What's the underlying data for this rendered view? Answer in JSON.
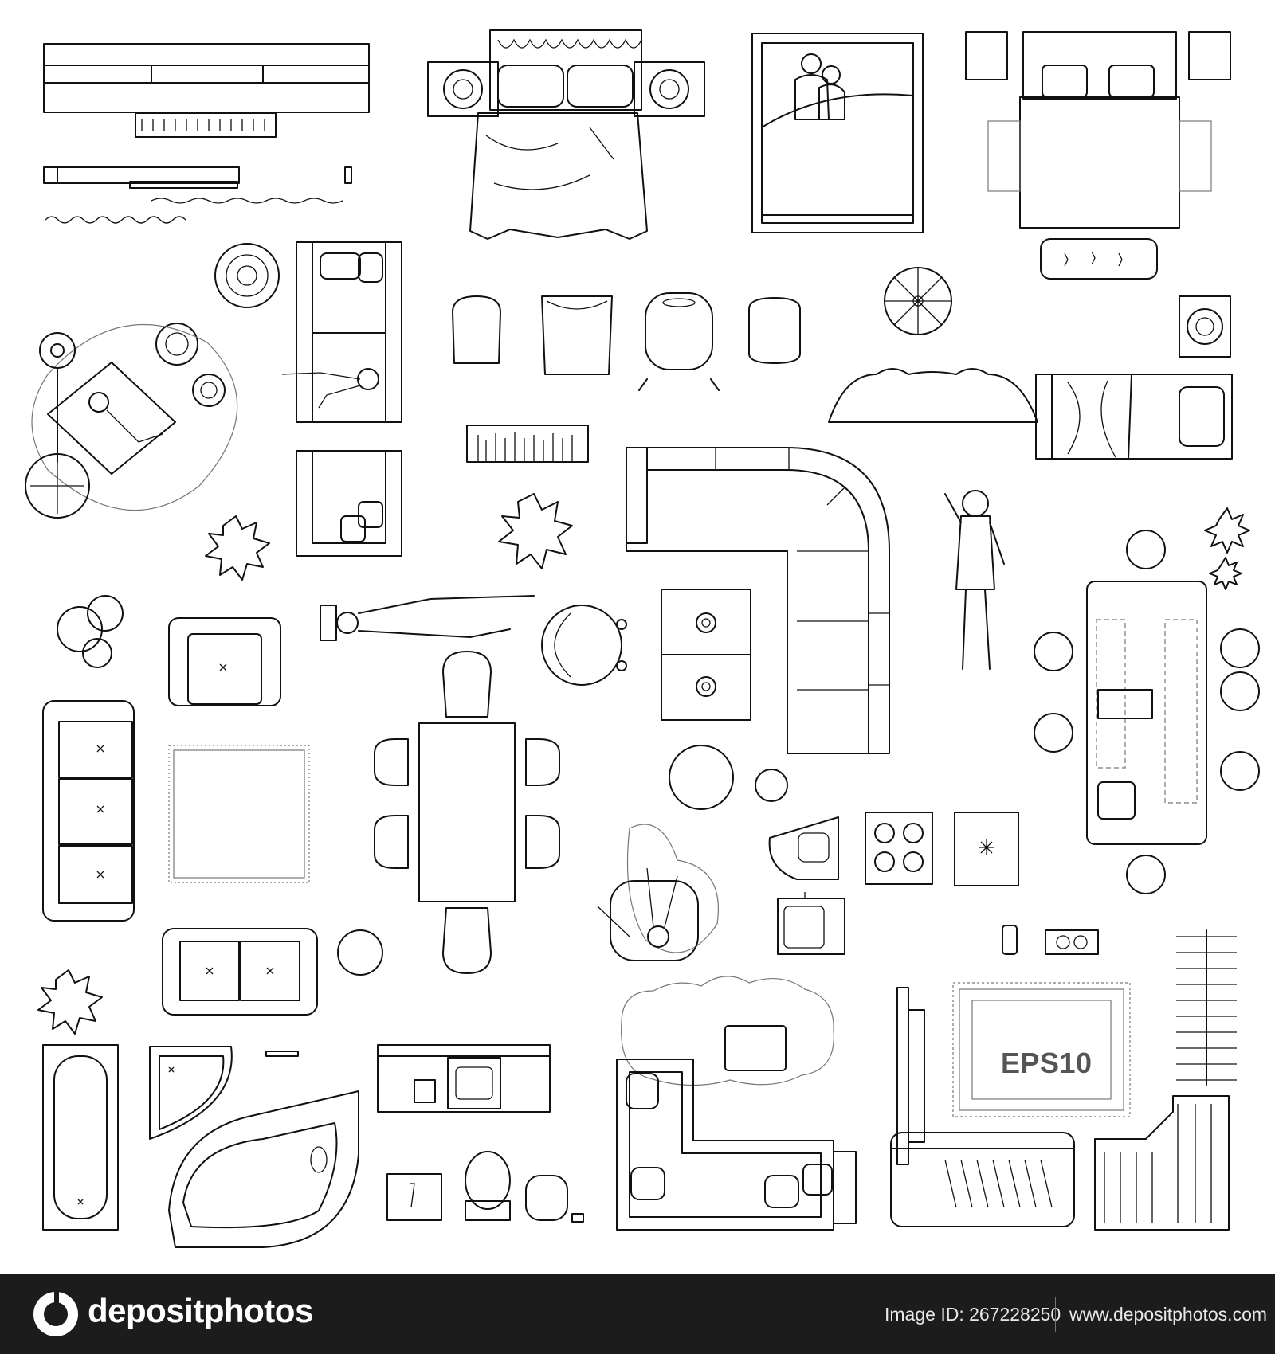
{
  "sheet": {
    "format_label": "EPS10",
    "items": [
      "bed-double",
      "bed-with-couple",
      "bed-with-nightstands",
      "sofa-bed-with-person",
      "armchair-with-pillows",
      "sectional-sofa",
      "dining-table",
      "kitchen-island",
      "stove",
      "fridge",
      "corner-sink",
      "kitchen-sink",
      "bathtub",
      "corner-shower",
      "corner-bathtub",
      "toilet",
      "chair",
      "rug",
      "plant",
      "tv-unit",
      "lounge-sofa",
      "wardrobe"
    ]
  },
  "footer": {
    "brand": "depositphotos",
    "image_id": "Image ID: 267228250",
    "website": "www.depositphotos.com"
  }
}
